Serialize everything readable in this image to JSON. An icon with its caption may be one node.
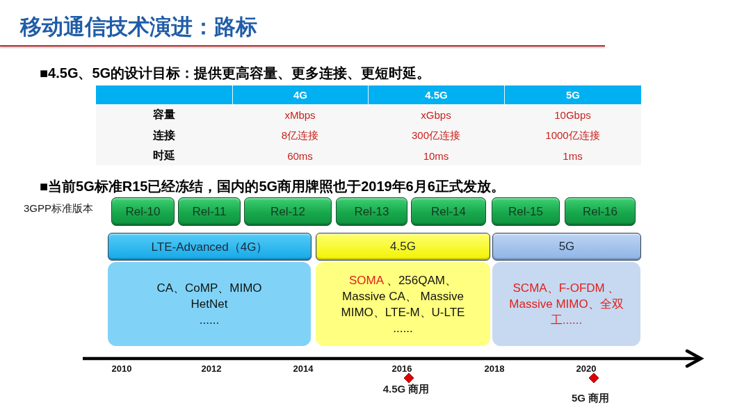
{
  "diagram": {
    "title": "移动通信技术演进：路标",
    "nodes": [
      {
        "text": [
          "Rel-10"
        ]
      },
      {
        "text": [
          "Rel-11"
        ]
      },
      {
        "text": [
          "Rel-12"
        ]
      },
      {
        "text": [
          "Rel-13"
        ]
      },
      {
        "text": [
          "Rel-14"
        ]
      },
      {
        "text": [
          "Rel-15"
        ]
      },
      {
        "text": [
          "Rel-16"
        ]
      },
      {
        "text": [
          "LTE-Advanced（4G）"
        ]
      },
      {
        "text": [
          "4.5G"
        ]
      },
      {
        "text": [
          "5G"
        ]
      },
      {
        "text": [
          "CA、CoMP、MIMO HetNet",
          "......"
        ]
      },
      {
        "text": [
          "SOMA",
          "、256QAM、 Massive CA、 Massive MIMO、LTE-M、U-LTE",
          "......"
        ]
      },
      {
        "text": [
          "SCMA、F-OFDM 、 Massive MIMO、全双工......"
        ]
      },
      {
        "text": [],
        "shape": "diamond",
        "beside": [
          "4.5G 商用"
        ]
      },
      {
        "text": [],
        "shape": "diamond",
        "beside": [
          "5G 商用"
        ]
      }
    ],
    "labels": [
      "■4.5G、5G的设计目标：提供更高容量、更多连接、更短时延。",
      "4G",
      "4.5G",
      "5G",
      "容量",
      "xMbps",
      "xGbps",
      "10Gbps",
      "连接",
      "8亿连接",
      "300亿连接",
      "1000亿连接",
      "时延",
      "60ms",
      "10ms",
      "1ms",
      "■当前5G标准R15已经冻结，国内的5G商用牌照也于2019年6月6正式发放。",
      "3GPP标准版本",
      "2010",
      "2012",
      "2014",
      "2016",
      "2018",
      "2020"
    ]
  }
}
